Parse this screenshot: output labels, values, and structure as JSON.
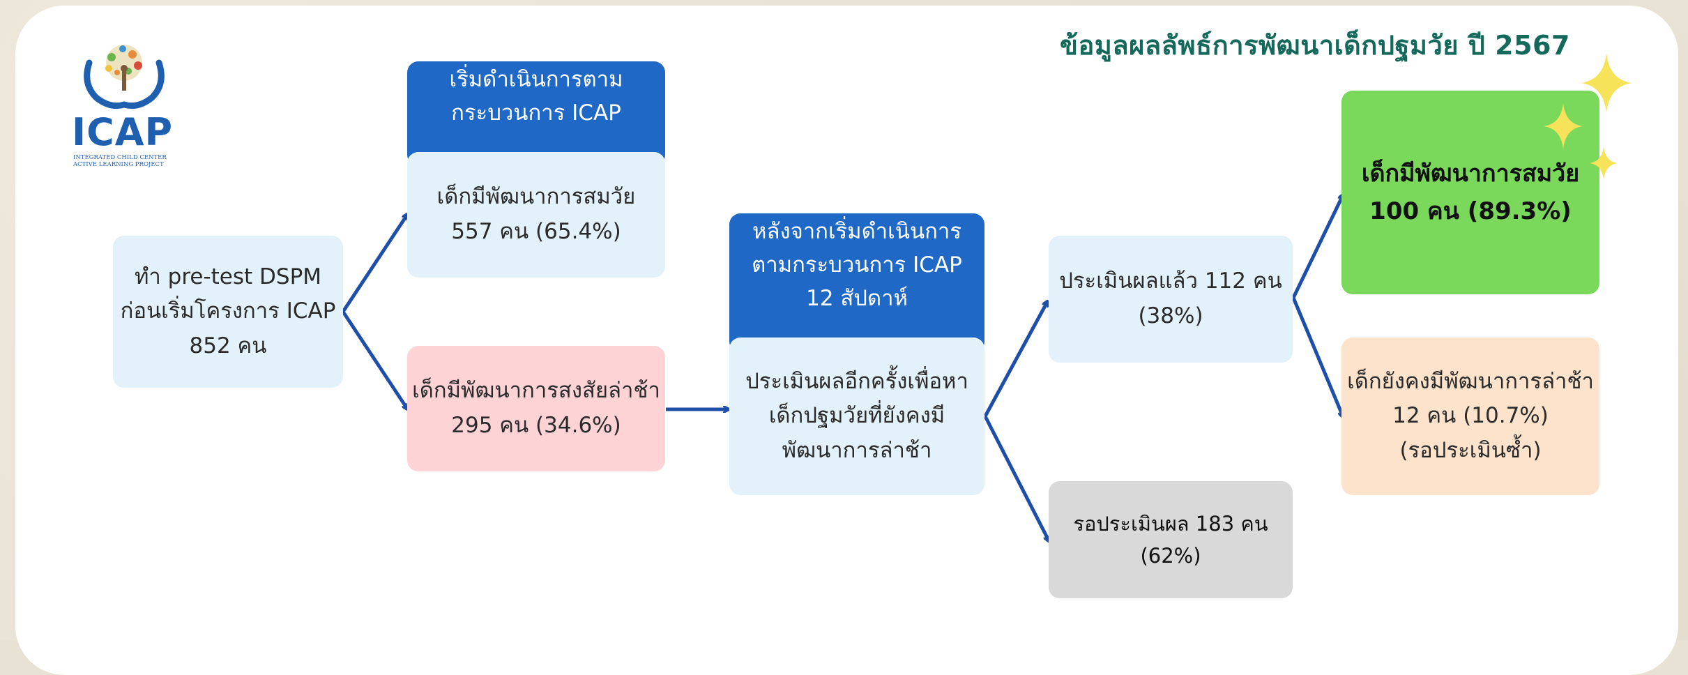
{
  "title": "ข้อมูลผลลัพธ์การพัฒนาเด็กปฐมวัย ปี 2567",
  "logo": {
    "name": "ICAP",
    "subtitle_line1": "INTEGRATED CHILD CENTER",
    "subtitle_line2": "ACTIVE LEARNING PROJECT"
  },
  "start": {
    "line1": "ทำ pre-test DSPM",
    "line2": "ก่อนเริ่มโครงการ ICAP",
    "line3": "852 คน"
  },
  "phase1": {
    "header_line1": "เริ่มดำเนินการตาม",
    "header_line2": "กระบวนการ ICAP",
    "normal_line1": "เด็กมีพัฒนาการสมวัย",
    "normal_line2": "557 คน (65.4%)"
  },
  "suspected": {
    "line1": "เด็กมีพัฒนาการสงสัยล่าช้า",
    "line2": "295 คน (34.6%)"
  },
  "phase2": {
    "header_line1": "หลังจากเริ่มดำเนินการ",
    "header_line2": "ตามกระบวนการ ICAP",
    "header_line3": "12 สัปดาห์",
    "body_line1": "ประเมินผลอีกครั้งเพื่อหา",
    "body_line2": "เด็กปฐมวัยที่ยังคงมี",
    "body_line3": "พัฒนาการล่าช้า"
  },
  "evaluated": {
    "line1": "ประเมินผลแล้ว 112 คน",
    "line2": "(38%)"
  },
  "waiting": {
    "line1": "รอประเมินผล 183 คน",
    "line2": "(62%)"
  },
  "outcome_good": {
    "line1": "เด็กมีพัฒนาการสมวัย",
    "line2": "100 คน (89.3%)"
  },
  "outcome_delayed": {
    "line1": "เด็กยังคงมีพัฒนาการล่าช้า",
    "line2": "12 คน (10.7%)",
    "line3": "(รอประเมินซ้ำ)"
  },
  "colors": {
    "arrow": "#1d4fa8",
    "header_blue": "#1f68c5",
    "light_blue": "#e3f1fb",
    "pink": "#fdd3d6",
    "green": "#7ad85a",
    "peach": "#fde3cb",
    "gray": "#d9d9d9",
    "title_green": "#14695a",
    "sparkle_yellow": "#f6e35a"
  }
}
